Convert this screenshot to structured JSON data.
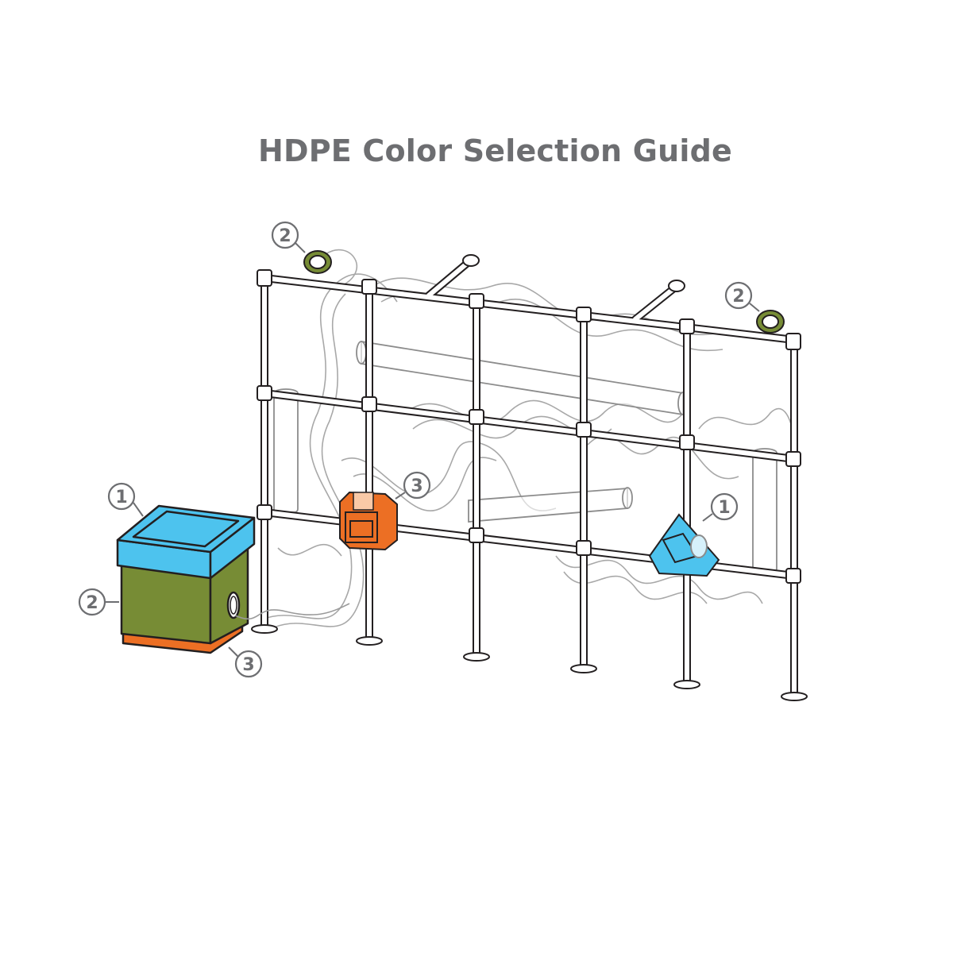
{
  "title": "HDPE Color Selection Guide",
  "colors": {
    "blue": "#4dc3ee",
    "green": "#778c35",
    "orange": "#ec6f24",
    "outline": "#231f20",
    "callout": "#6d6e71"
  },
  "callouts": {
    "box_lid": "1",
    "box_body": "2",
    "box_base": "3",
    "ring_left": "2",
    "ring_right": "2",
    "orange_module": "3",
    "blue_module": "1"
  }
}
